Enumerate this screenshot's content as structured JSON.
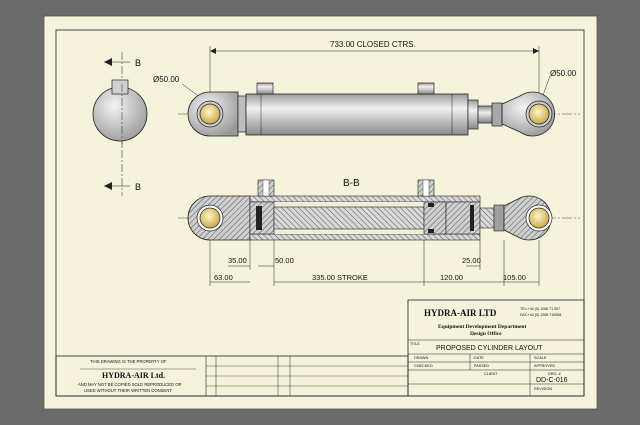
{
  "drawing": {
    "section_marker": "B",
    "section_title": "B-B",
    "dims": {
      "closed_centres": "733.00 CLOSED CTRS.",
      "left_eye_dia": "Ø50.00",
      "right_eye_dia": "Ø50.00",
      "d35": "35.00",
      "d50": "50.00",
      "d25": "25.00",
      "d63": "63.00",
      "stroke": "335.00 STROKE",
      "d120": "120.00",
      "d105": "105.00"
    }
  },
  "title_block": {
    "company": "HYDRA-AIR LTD",
    "tel": "TEL:+44 (0) 1268 71 507",
    "fax": "FAX:+44 (0) 1268 710558",
    "department": "Equipment Development Department",
    "office": "Design Office",
    "title_label": "TITLE",
    "title": "PROPOSED CYLINDER LAYOUT",
    "drawn_label": "DRAWN",
    "date_label": "DATE",
    "scale_label": "SCALE",
    "checked_label": "CHECKED",
    "passed_label": "PASSED",
    "approved_label": "APPROVED",
    "client_label": "CLIENT",
    "drg_label": "DRG. #",
    "drawing_number": "DD-C-016",
    "revision_label": "REVISION"
  },
  "property_notice": {
    "line1": "THIS DRAWING IS THE PROPERTY OF",
    "owner": "HYDRA-AIR Ltd.",
    "line2": "AND MAY NOT BE COPIED SOLD REPRODUCED OR",
    "line3": "USED WITHOUT THEIR WRITTEN CONSENT"
  },
  "colors": {
    "background": "#6b6b6b",
    "sheet": "#f6f3dc",
    "line": "#1a1a1a",
    "metal": "#b4b4b4",
    "hatch": "#444444"
  }
}
